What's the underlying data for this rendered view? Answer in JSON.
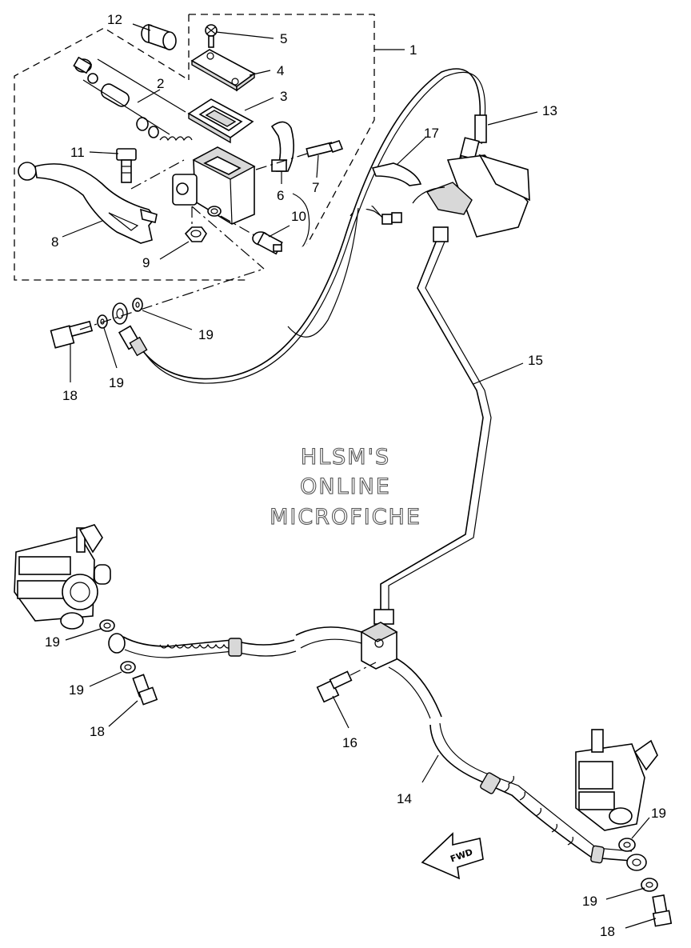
{
  "watermark": {
    "line1": "HLSM'S",
    "line2": "ONLINE",
    "line3": "MICROFICHE"
  },
  "direction_arrow": {
    "label": "FWD"
  },
  "callouts": [
    {
      "id": "c1",
      "number": "1"
    },
    {
      "id": "c2",
      "number": "2"
    },
    {
      "id": "c3",
      "number": "3"
    },
    {
      "id": "c4",
      "number": "4"
    },
    {
      "id": "c5",
      "number": "5"
    },
    {
      "id": "c6",
      "number": "6"
    },
    {
      "id": "c7",
      "number": "7"
    },
    {
      "id": "c8",
      "number": "8"
    },
    {
      "id": "c9",
      "number": "9"
    },
    {
      "id": "c10",
      "number": "10"
    },
    {
      "id": "c11",
      "number": "11"
    },
    {
      "id": "c12",
      "number": "12"
    },
    {
      "id": "c13",
      "number": "13"
    },
    {
      "id": "c14",
      "number": "14"
    },
    {
      "id": "c15",
      "number": "15"
    },
    {
      "id": "c16",
      "number": "16"
    },
    {
      "id": "c17",
      "number": "17"
    },
    {
      "id": "c18a",
      "number": "18"
    },
    {
      "id": "c18b",
      "number": "18"
    },
    {
      "id": "c18c",
      "number": "18"
    },
    {
      "id": "c19a",
      "number": "19"
    },
    {
      "id": "c19b",
      "number": "19"
    },
    {
      "id": "c19c",
      "number": "19"
    },
    {
      "id": "c19d",
      "number": "19"
    },
    {
      "id": "c19e",
      "number": "19"
    },
    {
      "id": "c19f",
      "number": "19"
    }
  ]
}
